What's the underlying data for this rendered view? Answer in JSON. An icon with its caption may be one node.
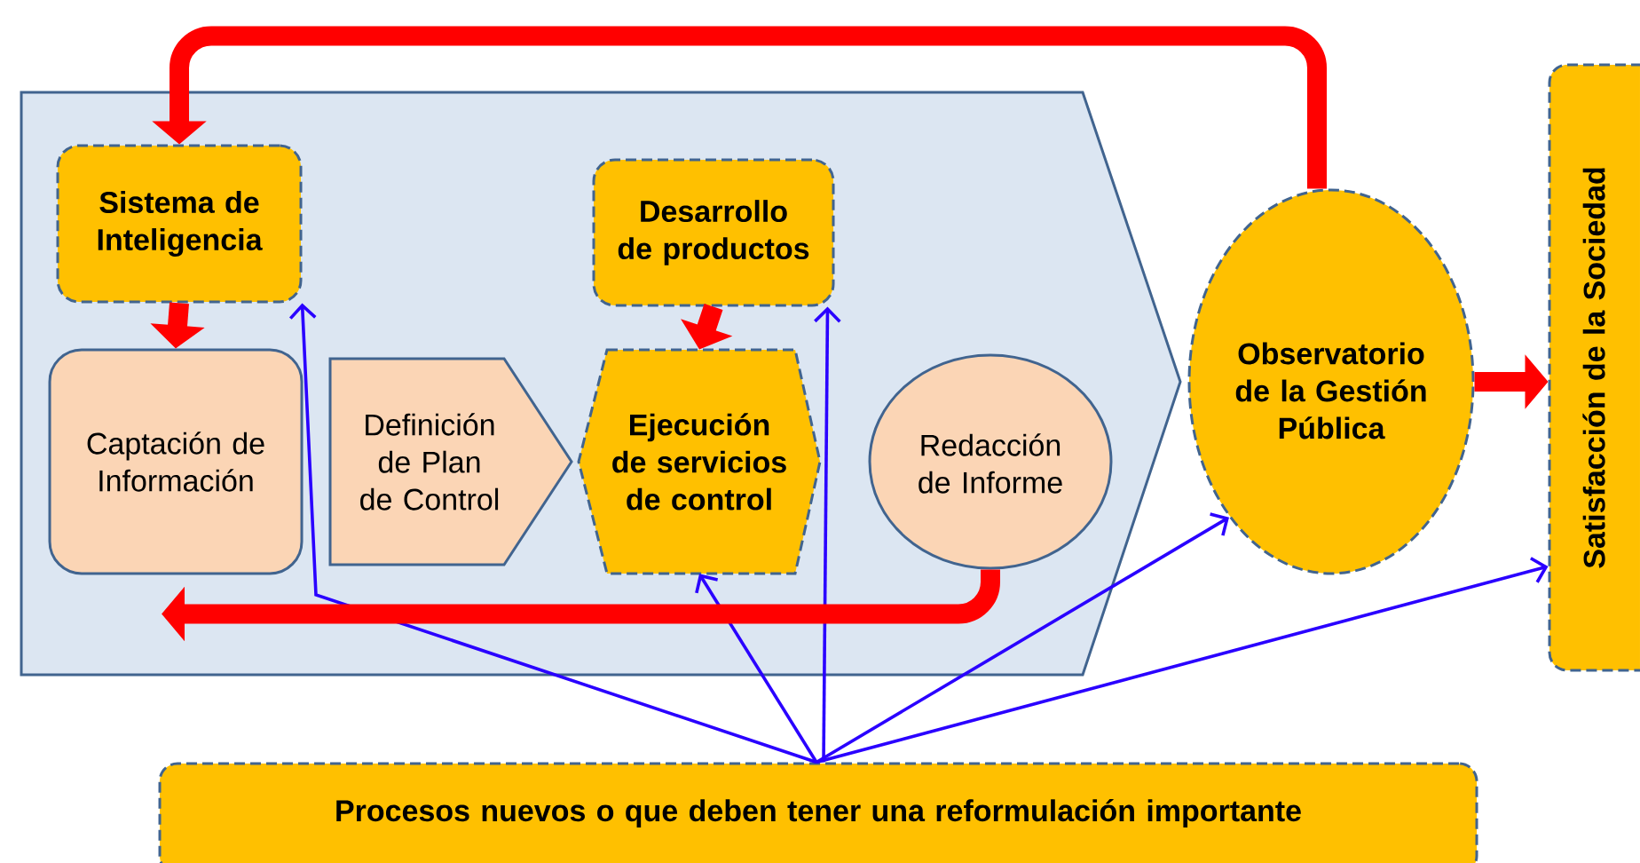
{
  "diagram": {
    "nodes": [
      {
        "text": [],
        "shape": "pentagon"
      },
      {
        "text": [
          "Sistema de Inteligencia"
        ],
        "in": 0
      },
      {
        "text": [
          "Desarrollo de productos"
        ],
        "in": 0
      },
      {
        "text": [
          "Captación de Información"
        ],
        "in": 0
      },
      {
        "text": [
          "Definición de Plan de Control"
        ],
        "in": 0
      },
      {
        "text": [
          "Ejecución de servicios de control"
        ],
        "in": 0
      },
      {
        "text": [
          "Redacción de Informe"
        ],
        "in": 0
      },
      {
        "text": [
          "Observatorio de la Gestión Pública"
        ]
      },
      {
        "text": [
          "Satisfacción de la Sociedad"
        ]
      },
      {
        "text": [
          "Procesos nuevos o que deben tener una reformulación importante"
        ]
      }
    ],
    "edges": [
      {
        "from": 9,
        "to": 1,
        "arrow": "to"
      },
      {
        "from": 9,
        "to": 2,
        "arrow": "to"
      },
      {
        "from": 9,
        "to": 5,
        "arrow": "to"
      },
      {
        "from": 9,
        "to": 7,
        "arrow": "to"
      },
      {
        "from": 9,
        "to": 8,
        "arrow": "to"
      },
      {
        "from": 7,
        "to": 1,
        "arrow": "to",
        "style": "thick",
        "color": "#ff0000"
      },
      {
        "from": 1,
        "to": 3,
        "arrow": "to",
        "style": "thick",
        "color": "#ff0000"
      },
      {
        "from": 2,
        "to": 5,
        "arrow": "to",
        "style": "thick",
        "color": "#ff0000"
      },
      {
        "from": 6,
        "to": 3,
        "arrow": "to",
        "style": "thick",
        "color": "#ff0000"
      },
      {
        "from": 7,
        "to": 8,
        "arrow": "to",
        "style": "thick",
        "color": "#ff0000"
      }
    ]
  }
}
